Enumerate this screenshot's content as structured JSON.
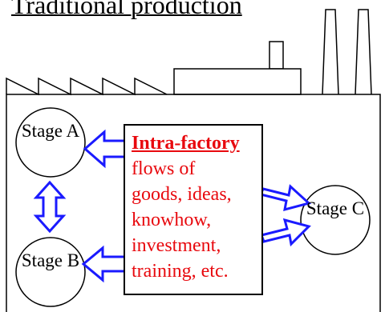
{
  "title": "Traditional production",
  "stages": {
    "a": "Stage A",
    "b": "Stage B",
    "c": "Stage C"
  },
  "flow_box": {
    "heading": "Intra-factory",
    "lines": [
      "flows of",
      "goods, ideas,",
      "knowhow,",
      "investment,",
      "training, etc."
    ]
  },
  "colors": {
    "arrow": "#1a1aff",
    "flow_text": "#e8090e",
    "outline": "#000000"
  }
}
